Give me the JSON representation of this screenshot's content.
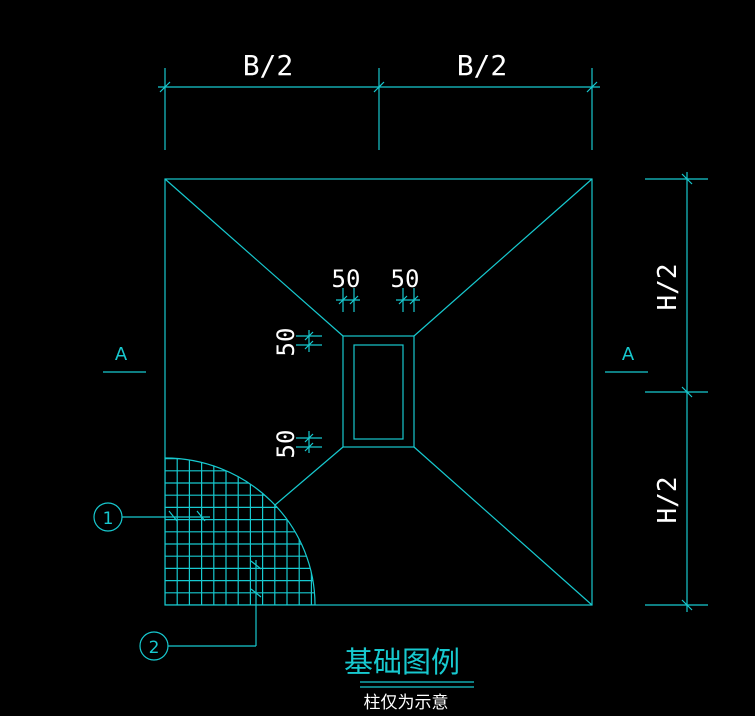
{
  "drawing": {
    "dim_top_left": "B/2",
    "dim_top_right": "B/2",
    "dim_right_top": "H/2",
    "dim_right_bottom": "H/2",
    "dim_col_top_left": "50",
    "dim_col_top_right": "50",
    "dim_col_left_upper": "50",
    "dim_col_left_lower": "50",
    "section_left": "A",
    "section_right": "A",
    "callout_1": "1",
    "callout_2": "2",
    "title": "基础图例",
    "subtitle": "柱仅为示意"
  },
  "colors": {
    "line": "#17c9cf",
    "text": "#ffffff",
    "background": "#000000"
  }
}
